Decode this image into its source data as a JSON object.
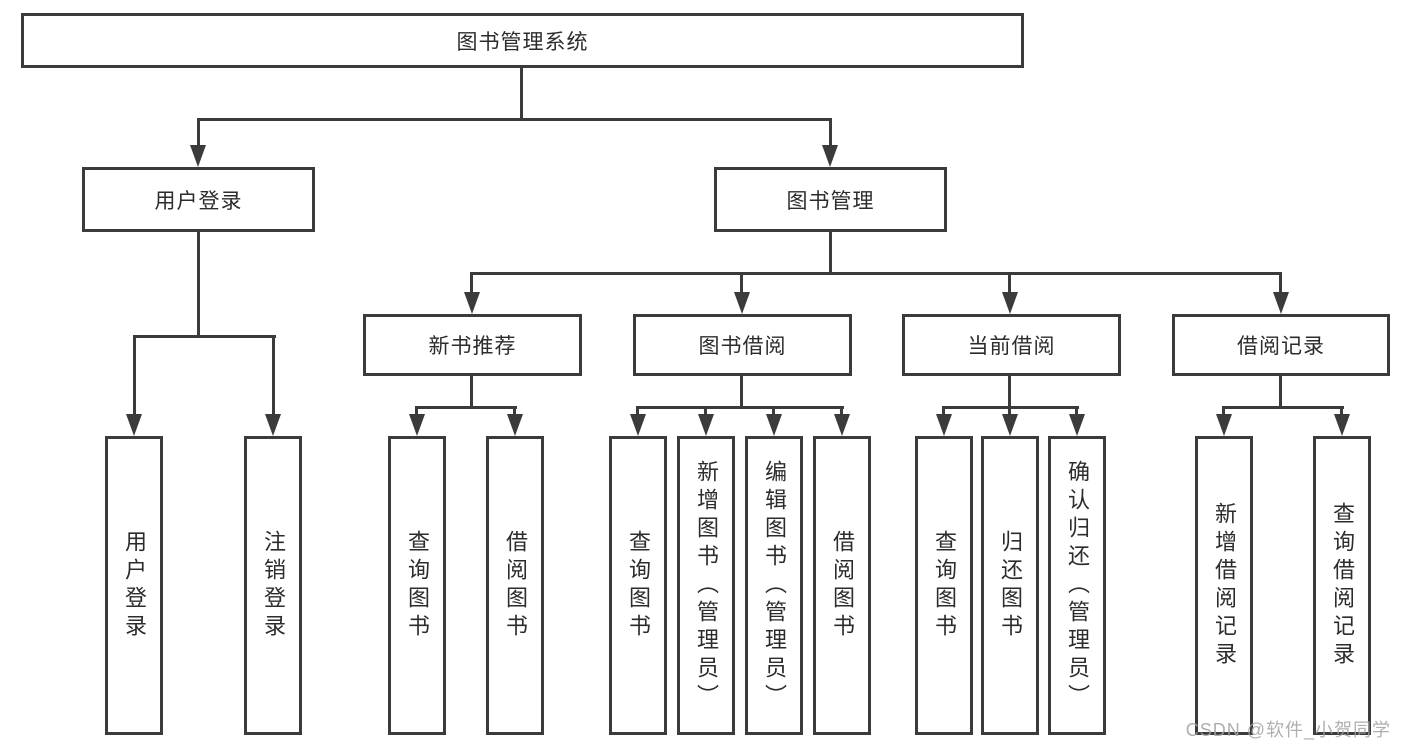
{
  "colors": {
    "line": "#3b3b3b",
    "box_border": "#3b3b3b",
    "text": "#2c2c2c",
    "background": "#ffffff",
    "watermark": "#a4a4a4"
  },
  "watermark": {
    "text": "CSDN @软件_小贺同学"
  },
  "tree": {
    "root": {
      "label": "图书管理系统"
    },
    "branches": [
      {
        "label": "用户登录",
        "children": [
          {
            "label": "用户登录"
          },
          {
            "label": "注销登录"
          }
        ]
      },
      {
        "label": "图书管理",
        "groups": [
          {
            "label": "新书推荐",
            "children": [
              {
                "label": "查询图书"
              },
              {
                "label": "借阅图书"
              }
            ]
          },
          {
            "label": "图书借阅",
            "children": [
              {
                "label": "查询图书"
              },
              {
                "label": "新增图书（管理员）"
              },
              {
                "label": "编辑图书（管理员）"
              },
              {
                "label": "借阅图书"
              }
            ]
          },
          {
            "label": "当前借阅",
            "children": [
              {
                "label": "查询图书"
              },
              {
                "label": "归还图书"
              },
              {
                "label": "确认归还（管理员）"
              }
            ]
          },
          {
            "label": "借阅记录",
            "children": [
              {
                "label": "新增借阅记录"
              },
              {
                "label": "查询借阅记录"
              }
            ]
          }
        ]
      }
    ]
  }
}
